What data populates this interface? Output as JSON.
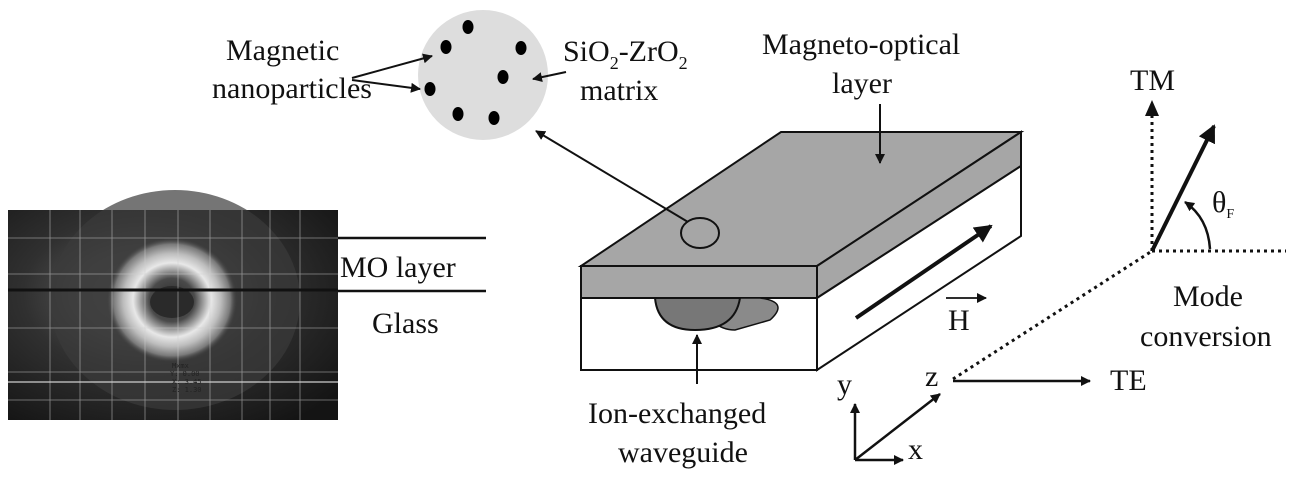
{
  "labels": {
    "magnetic_line1": "Magnetic",
    "magnetic_line2": "nanoparticles",
    "matrix_sio": "SiO",
    "matrix_sub2a": "2",
    "matrix_dash_zro": "-ZrO",
    "matrix_sub2b": "2",
    "matrix_word": "matrix",
    "mo_layer_line1": "Magneto-optical",
    "mo_layer_line2": "layer",
    "mo_layer_short": "MO layer",
    "glass": "Glass",
    "ion_line1": "Ion-exchanged",
    "ion_line2": "waveguide",
    "field": "H",
    "axis_x": "x",
    "axis_y": "y",
    "axis_z": "z",
    "tm": "TM",
    "te": "TE",
    "theta": "θ",
    "theta_sub": "F",
    "mode_line1": "Mode",
    "mode_line2": "conversion"
  },
  "mode_image_text": {
    "line1": "Mxmx",
    "line2": "Y: 0.00",
    "line3": "X: 3.45",
    "line4": "Z: 1.30"
  },
  "colors": {
    "layer_gray": "#a6a6a6",
    "layer_side_gray": "#8a8a8a",
    "waveguide_gray": "#777777",
    "particle_bg": "#dddddd",
    "mode_bg": "#1a1a1a"
  }
}
